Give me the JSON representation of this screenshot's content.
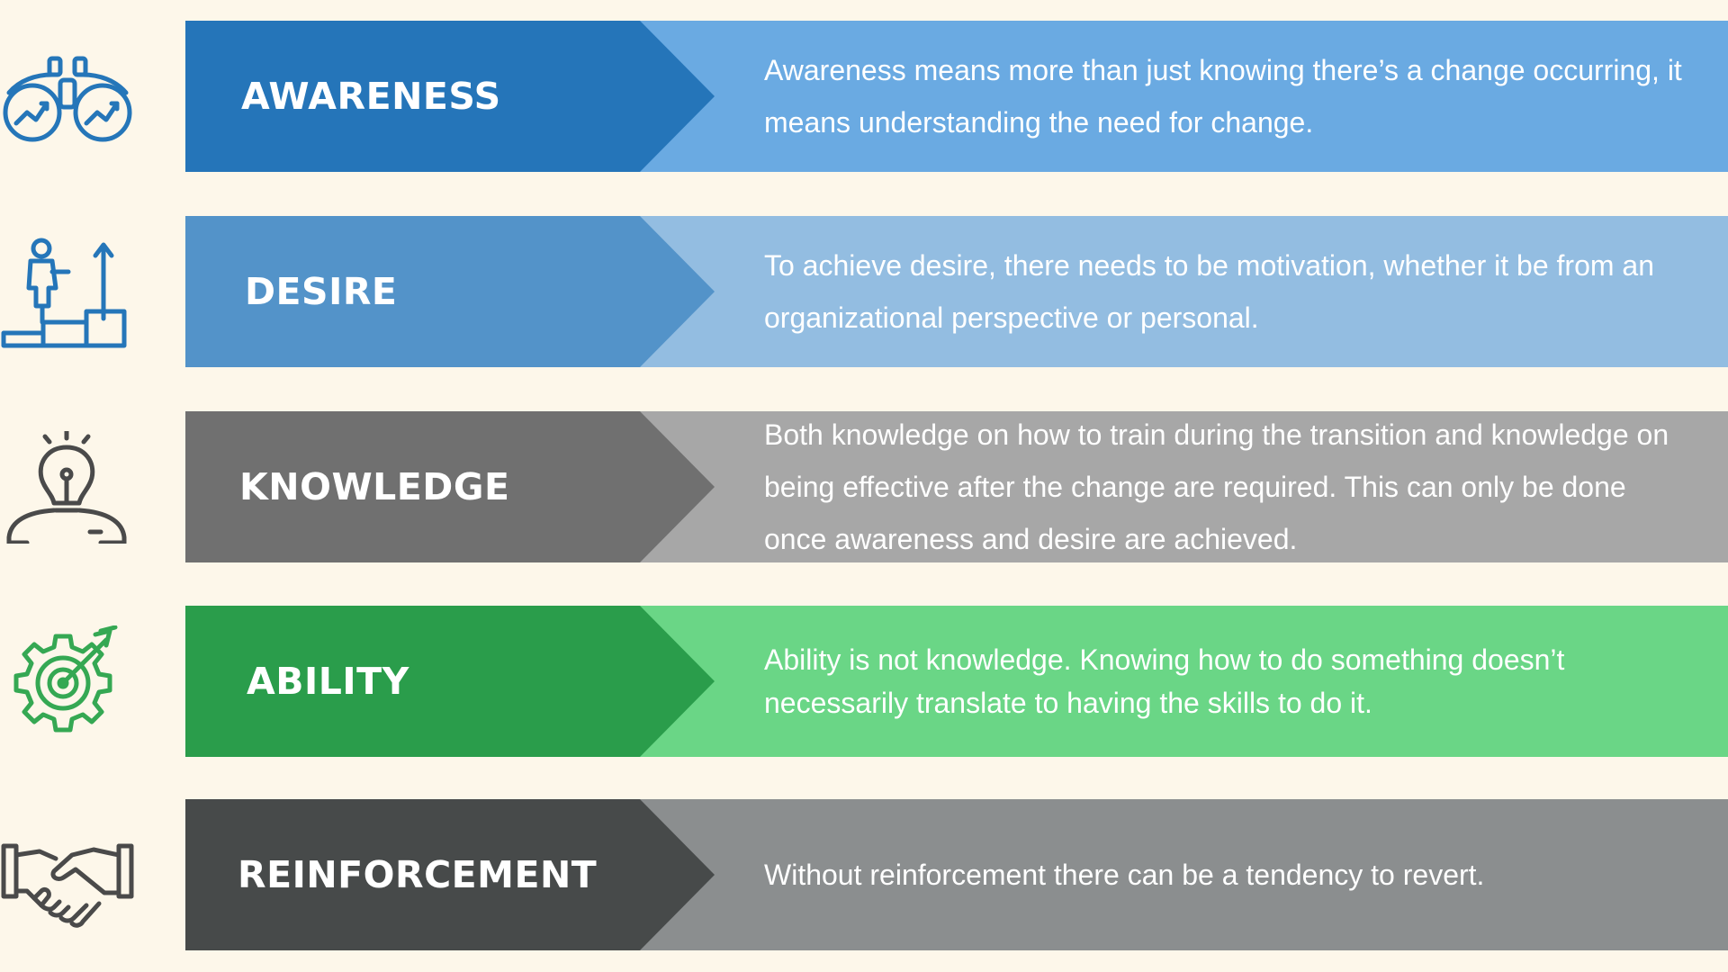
{
  "colors": {
    "background": "#fdf7ea",
    "awareness_dark": "#2575b9",
    "awareness_light": "#6aaae2",
    "desire_dark": "#5393c9",
    "desire_light": "#93bde1",
    "knowledge_dark": "#707070",
    "knowledge_light": "#a7a7a7",
    "ability_dark": "#2a9d4b",
    "ability_light": "#6ad686",
    "reinforcement_dark": "#474a4a",
    "reinforcement_light": "#8b8e8f",
    "icon_blue": "#2576b9",
    "icon_gray": "#4a4a4a",
    "icon_green": "#35a853"
  },
  "steps": [
    {
      "label": "AWARENESS",
      "icon": "binoculars-icon",
      "description": "Awareness means more than just knowing there’s a change occurring, it means understanding the need for change."
    },
    {
      "label": "DESIRE",
      "icon": "person-climbing-steps-icon",
      "description": "To achieve desire, there needs to be motivation, whether it be from an organizational perspective or personal."
    },
    {
      "label": "KNOWLEDGE",
      "icon": "lightbulb-person-icon",
      "description": "Both knowledge on how to train during the transition and knowledge on being effective after the change are required. This can only be done  once awareness and desire are achieved."
    },
    {
      "label": "ABILITY",
      "icon": "gear-target-icon",
      "description": "Ability is not knowledge. Knowing how to do something doesn’t necessarily translate to having the skills to do it."
    },
    {
      "label": "REINFORCEMENT",
      "icon": "handshake-icon",
      "description": "Without reinforcement there can be a tendency to revert."
    }
  ]
}
